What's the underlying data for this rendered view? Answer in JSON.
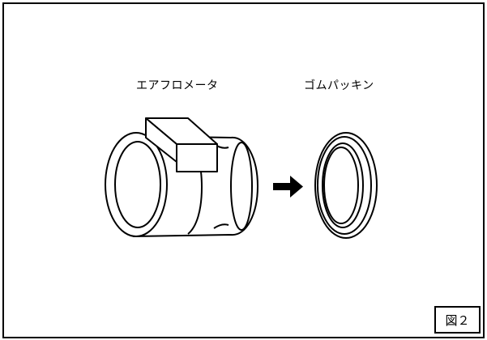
{
  "labels": {
    "air_flow_meter": "エアフロメータ",
    "rubber_gasket": "ゴムパッキン"
  },
  "figure_number": "図２"
}
